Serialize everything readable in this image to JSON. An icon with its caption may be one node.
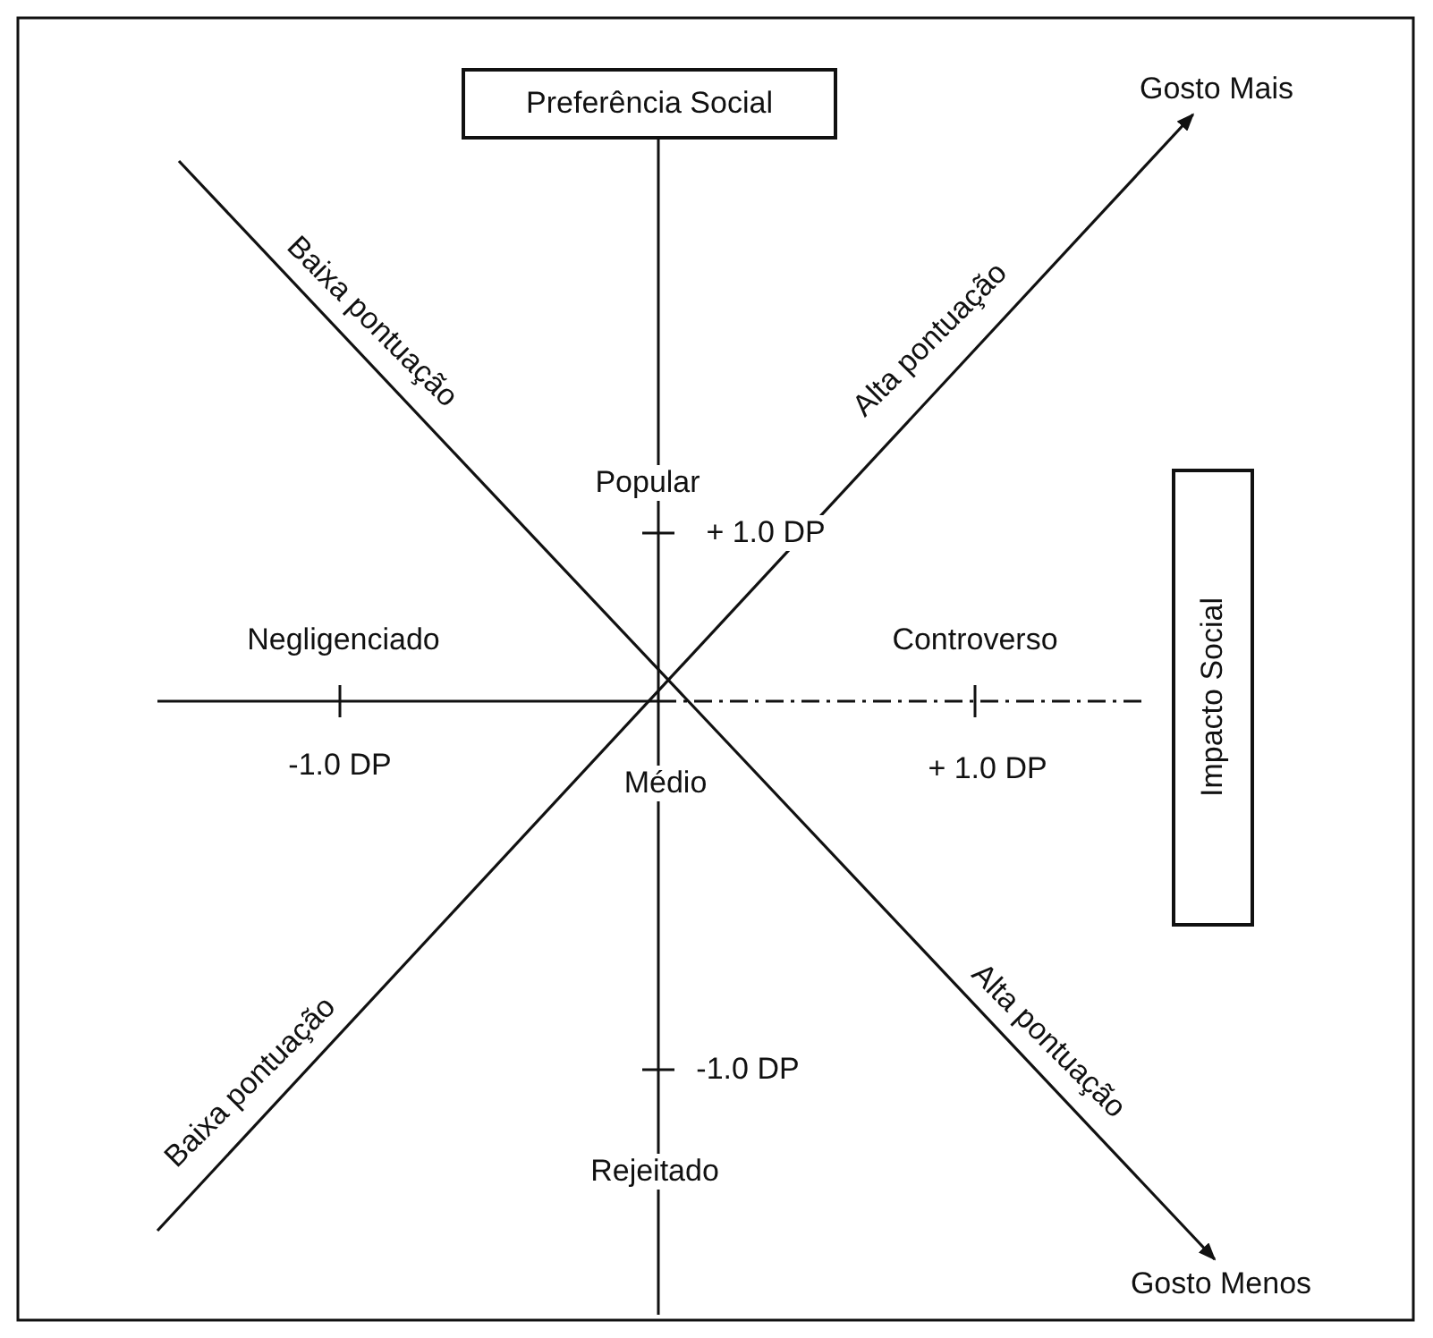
{
  "diagram": {
    "nodes": [
      {
        "text": [
          "Preferência Social"
        ]
      },
      {
        "text": [
          "Impacto Social"
        ]
      },
      {
        "text": [
          "Gosto Mais"
        ]
      },
      {
        "text": [
          "Gosto Menos"
        ]
      }
    ],
    "edges": [
      {
        "from": null,
        "to": 2,
        "arrow": "to"
      },
      {
        "from": null,
        "to": 3,
        "arrow": "to"
      }
    ],
    "labels": [
      "Baixa pontuação",
      "Popular",
      "+ 1.0 DP",
      "Alta pontuação",
      "Negligenciado",
      "Controverso",
      "-1.0 DP",
      "Médio",
      "+ 1.0 DP",
      "Alta pontuação",
      "-1.0 DP",
      "Baixa pontuação",
      "Rejeitado"
    ]
  }
}
